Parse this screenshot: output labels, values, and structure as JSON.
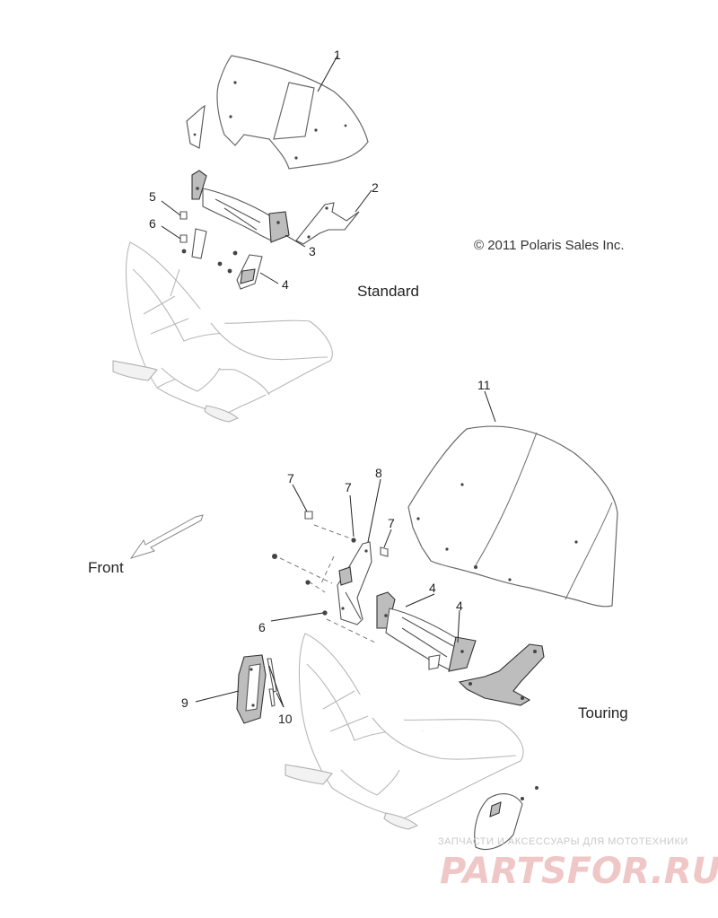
{
  "copyright": "© 2011 Polaris Sales Inc.",
  "group_labels": {
    "standard": "Standard",
    "touring": "Touring",
    "front": "Front"
  },
  "callouts": {
    "c1": "1",
    "c2": "2",
    "c3": "3",
    "c4a": "4",
    "c5": "5",
    "c6a": "6",
    "c11": "11",
    "c7a": "7",
    "c7b": "7",
    "c7c": "7",
    "c8": "8",
    "c4b": "4",
    "c4c": "4",
    "c6b": "6",
    "c9": "9",
    "c10": "10"
  },
  "watermark": {
    "tagline": "ЗАПЧАСТИ И АКСЕССУАРЫ ДЛЯ МОТОТЕХНИКИ",
    "brand": "PARTSFOR.RU"
  }
}
